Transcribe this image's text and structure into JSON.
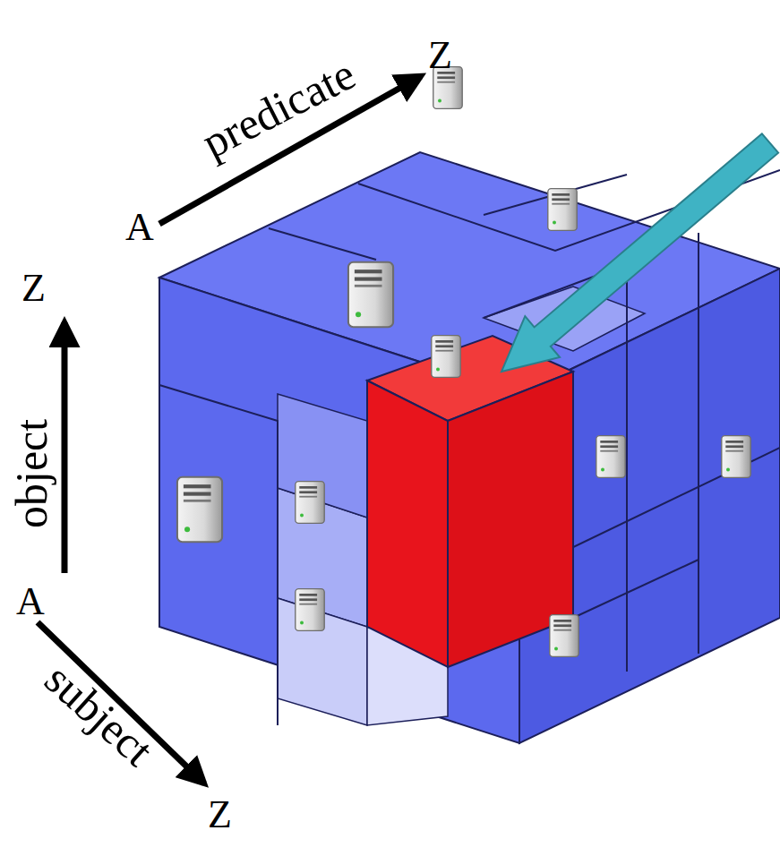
{
  "diagram": {
    "labels": [
      "A",
      "predicate",
      "Z",
      "Z",
      "object",
      "A",
      "subject",
      "Z"
    ]
  }
}
